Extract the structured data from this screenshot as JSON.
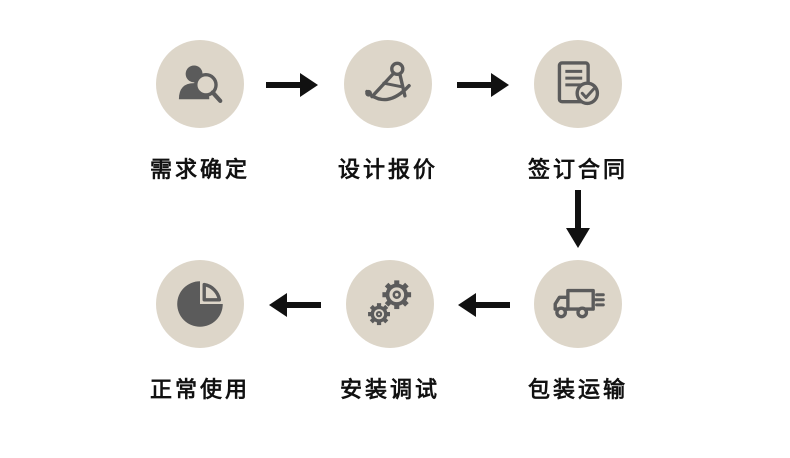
{
  "diagram": {
    "type": "process-flow",
    "steps": [
      {
        "label": "需求确定",
        "icon": "user-search-icon"
      },
      {
        "label": "设计报价",
        "icon": "design-compass-icon"
      },
      {
        "label": "签订合同",
        "icon": "contract-check-icon"
      },
      {
        "label": "包装运输",
        "icon": "delivery-truck-icon"
      },
      {
        "label": "安装调试",
        "icon": "gears-icon"
      },
      {
        "label": "正常使用",
        "icon": "pie-chart-icon"
      }
    ],
    "flow_order": [
      "需求确定",
      "设计报价",
      "签订合同",
      "包装运输",
      "安装调试",
      "正常使用"
    ],
    "colors": {
      "circle_bg": "#ddd6c9",
      "icon": "#5b5b5b",
      "arrow": "#111111",
      "text": "#111111",
      "background": "#ffffff"
    }
  }
}
